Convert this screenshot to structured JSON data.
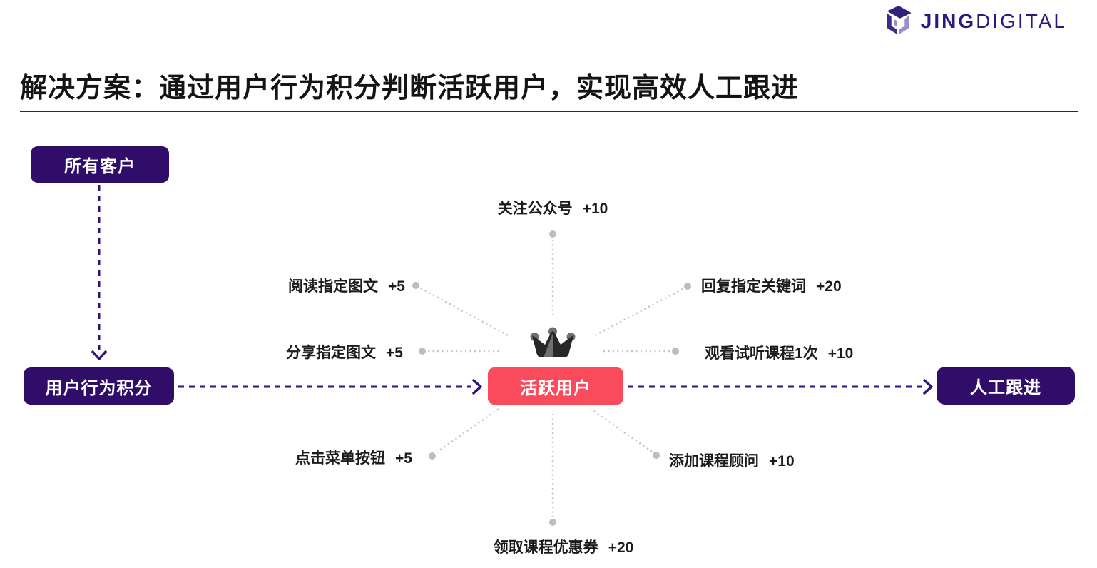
{
  "brand": {
    "name_bold": "JING",
    "name_light": "DIGITAL"
  },
  "title": "解决方案：通过用户行为积分判断活跃用户，实现高效人工跟进",
  "nodes": {
    "all_customers": {
      "label": "所有客户"
    },
    "behavior_points": {
      "label": "用户行为积分"
    },
    "active_users": {
      "label": "活跃用户"
    },
    "manual_followup": {
      "label": "人工跟进"
    }
  },
  "behaviors": [
    {
      "label": "关注公众号",
      "points": "+10"
    },
    {
      "label": "阅读指定图文",
      "points": "+5"
    },
    {
      "label": "回复指定关键词",
      "points": "+20"
    },
    {
      "label": "分享指定图文",
      "points": "+5"
    },
    {
      "label": "观看试听课程1次",
      "points": "+10"
    },
    {
      "label": "点击菜单按钮",
      "points": "+5"
    },
    {
      "label": "添加课程顾问",
      "points": "+10"
    },
    {
      "label": "领取课程优惠券",
      "points": "+20"
    }
  ],
  "icons": {
    "crown": "crown-icon",
    "logo_mark": "jingdigital-cube-logo"
  },
  "colors": {
    "brand_purple": "#2A1A7D",
    "node_purple": "#2F0D69",
    "active_pink": "#FA4B5C",
    "arrow_purple": "#34127B",
    "connector_gray": "#C3C3C3",
    "crown_dark": "#272727",
    "crown_gray": "#6F6F6F",
    "title_text": "#141414"
  }
}
